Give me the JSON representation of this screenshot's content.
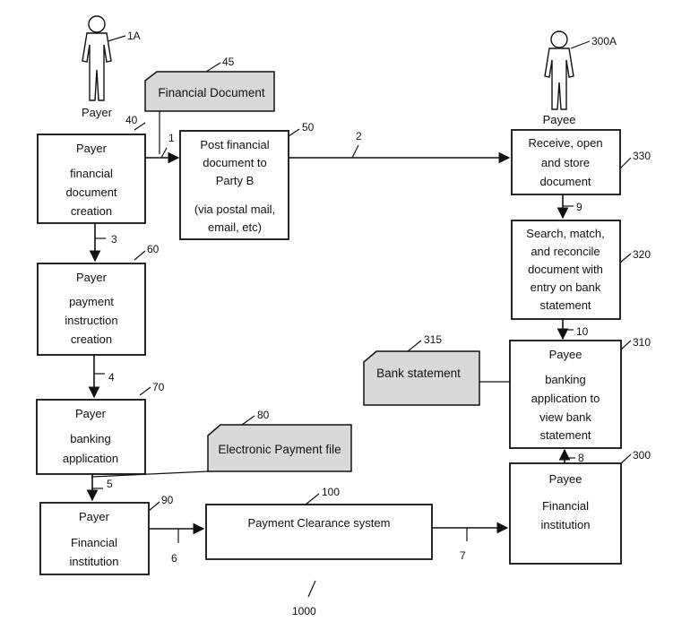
{
  "actors": {
    "payer": {
      "label": "Payer",
      "ref": "1A"
    },
    "payee": {
      "label": "Payee",
      "ref": "300A"
    }
  },
  "boxes": {
    "payer_doc_creation": {
      "ref": "40",
      "lines": [
        "Payer",
        "financial",
        "document",
        "creation"
      ]
    },
    "post_document": {
      "ref": "50",
      "lines": [
        "Post financial",
        "document to",
        "Party B",
        "(via postal mail,",
        "email, etc)"
      ]
    },
    "payment_instruction": {
      "ref": "60",
      "lines": [
        "Payer",
        "payment",
        "instruction",
        "creation"
      ]
    },
    "payer_banking": {
      "ref": "70",
      "lines": [
        "Payer",
        "banking",
        "application"
      ]
    },
    "payer_fi": {
      "ref": "90",
      "lines": [
        "Payer",
        "Financial",
        "institution"
      ]
    },
    "clearance": {
      "ref": "100",
      "lines": [
        "Payment Clearance system"
      ]
    },
    "payee_fi": {
      "ref": "300",
      "lines": [
        "Payee",
        "Financial",
        "institution"
      ]
    },
    "payee_banking": {
      "ref": "310",
      "lines": [
        "Payee",
        "banking",
        "application to",
        "view bank",
        "statement"
      ]
    },
    "reconcile": {
      "ref": "320",
      "lines": [
        "Search, match,",
        "and reconcile",
        "document with",
        "entry on bank",
        "statement"
      ]
    },
    "receive_store": {
      "ref": "330",
      "lines": [
        "Receive, open",
        "and store",
        "document"
      ]
    }
  },
  "documents": {
    "financial_document": {
      "ref": "45",
      "label": "Financial Document"
    },
    "electronic_payment": {
      "ref": "80",
      "label": "Electronic Payment file"
    },
    "bank_statement": {
      "ref": "315",
      "label": "Bank statement"
    }
  },
  "flows": {
    "f1": "1",
    "f2": "2",
    "f3": "3",
    "f4": "4",
    "f5": "5",
    "f6": "6",
    "f7": "7",
    "f8": "8",
    "f9": "9",
    "f10": "10"
  },
  "figure_ref": "1000"
}
